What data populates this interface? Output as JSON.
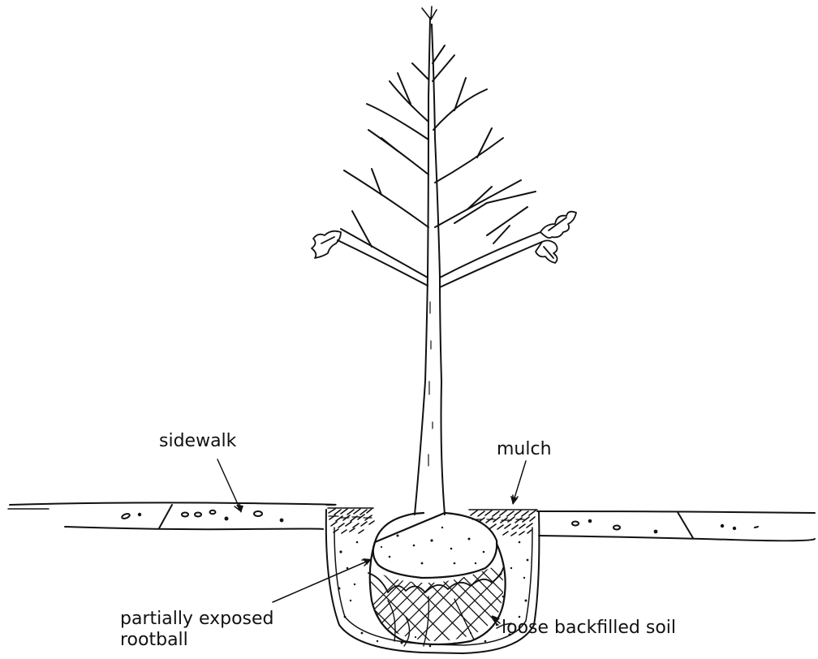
{
  "labels": {
    "sidewalk": "sidewalk",
    "mulch": "mulch",
    "rootball": "partially exposed\nrootball",
    "soil": "loose backfilled soil"
  },
  "colors": {
    "ink": "#111111",
    "background": "#ffffff"
  }
}
